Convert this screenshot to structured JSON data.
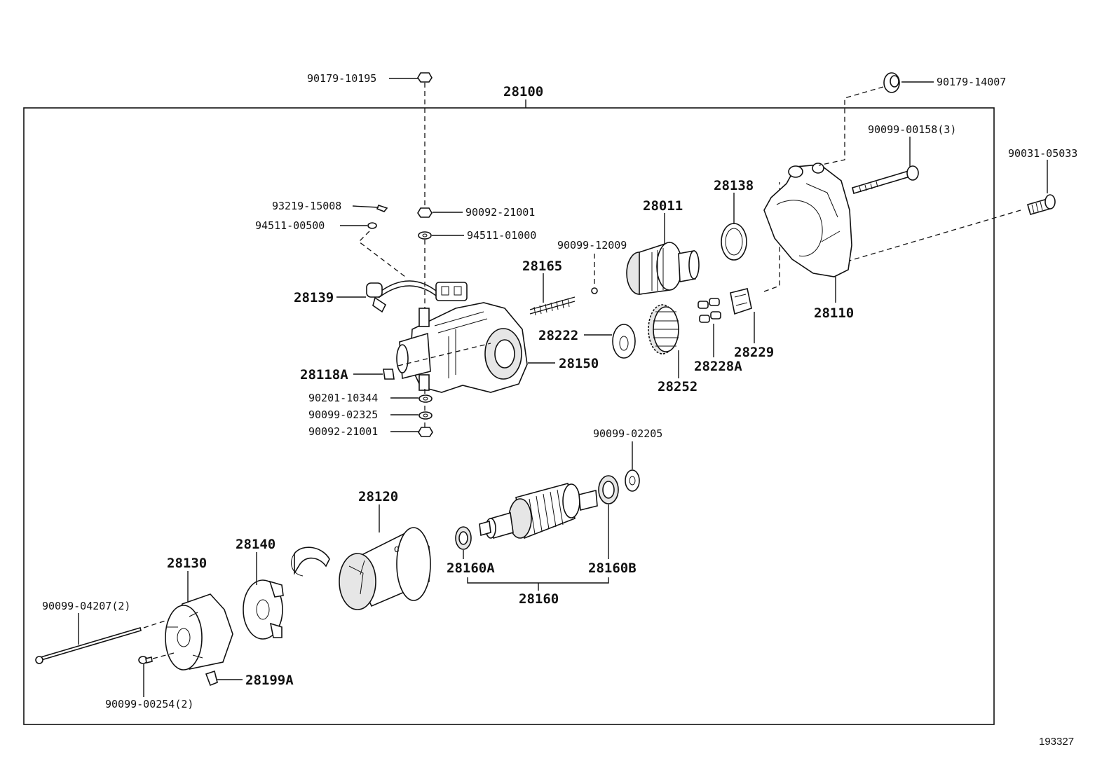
{
  "assembly": {
    "part_no": "28100"
  },
  "figure_id": "193327",
  "callouts": {
    "c28011": "28011",
    "c28110": "28110",
    "c28118A": "28118A",
    "c28120": "28120",
    "c28130": "28130",
    "c28138": "28138",
    "c28139": "28139",
    "c28140": "28140",
    "c28150": "28150",
    "c28160": "28160",
    "c28160A": "28160A",
    "c28160B": "28160B",
    "c28165": "28165",
    "c28199A": "28199A",
    "c28222": "28222",
    "c28228A": "28228A",
    "c28229": "28229",
    "c28252": "28252",
    "c90179_10195": "90179-10195",
    "c90179_14007": "90179-14007",
    "c90099_00158": "90099-00158(3)",
    "c90031_05033": "90031-05033",
    "c93219_15008": "93219-15008",
    "c94511_00500": "94511-00500",
    "c90092_21001_top": "90092-21001",
    "c94511_01000": "94511-01000",
    "c90099_12009": "90099-12009",
    "c90201_10344": "90201-10344",
    "c90099_02325": "90099-02325",
    "c90092_21001_bottom": "90092-21001",
    "c90099_02205": "90099-02205",
    "c90099_04207": "90099-04207(2)",
    "c90099_00254": "90099-00254(2)"
  }
}
